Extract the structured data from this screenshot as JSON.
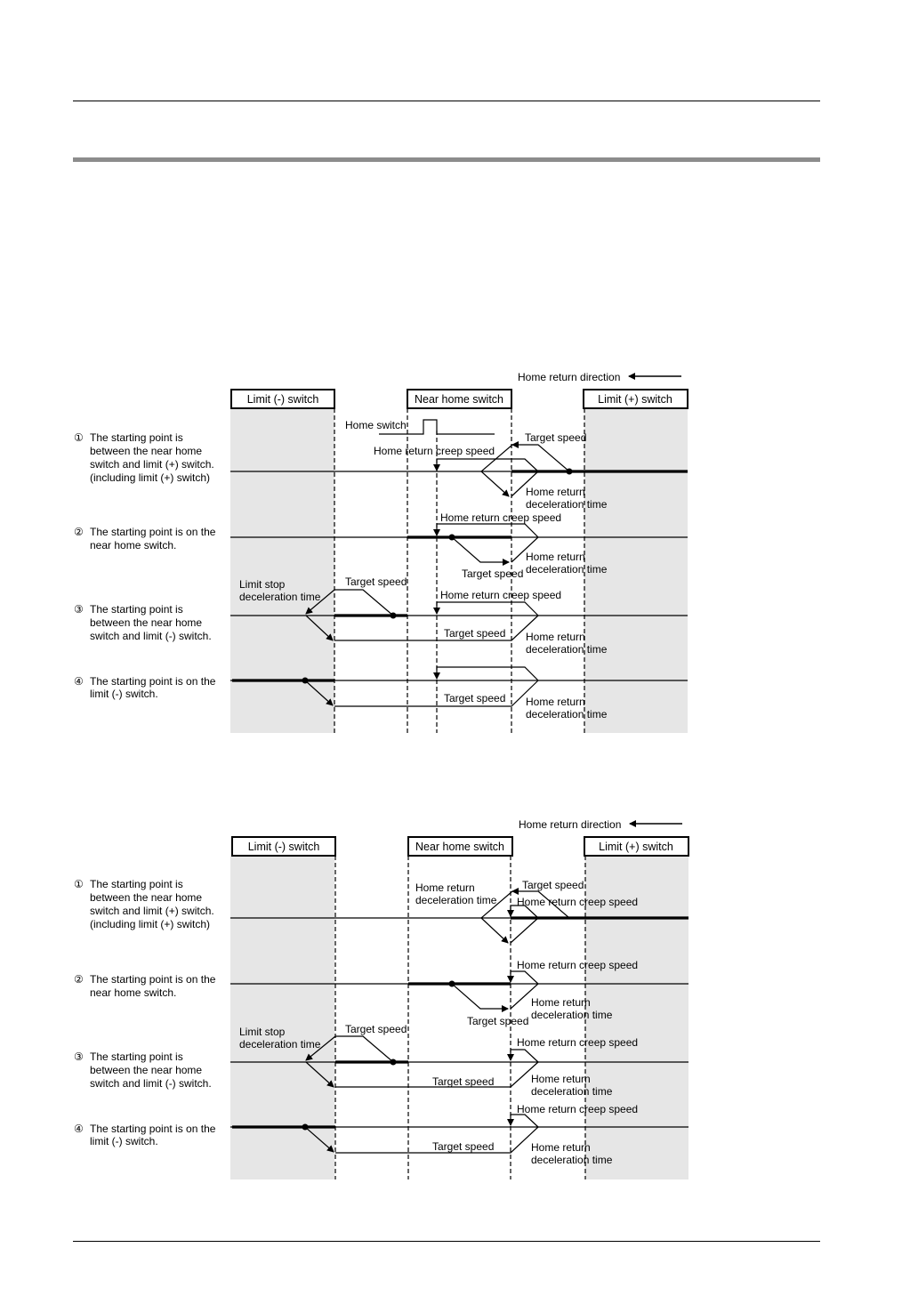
{
  "diagrams": [
    {
      "direction_label": "Home return direction",
      "headers": {
        "limit_minus": "Limit (-) switch",
        "near_home": "Near home switch",
        "limit_plus": "Limit (+) switch"
      },
      "home_switch_label": "Home switch",
      "cases": [
        {
          "marker": "①",
          "lines": [
            "The starting point is",
            "between the near home",
            "switch and limit (+) switch.",
            "(including limit (+) switch)"
          ]
        },
        {
          "marker": "②",
          "lines": [
            "The starting point is on the",
            "near home switch."
          ]
        },
        {
          "marker": "③",
          "lines": [
            "The starting point is",
            "between the near home",
            "switch and limit (-) switch."
          ]
        },
        {
          "marker": "④",
          "lines": [
            "The starting point is on the",
            "limit (-) switch."
          ]
        }
      ],
      "annotations": {
        "c1_target_speed": "Target speed",
        "c1_creep_speed": "Home return creep speed",
        "c1_decel_1": "Home return",
        "c1_decel_2": "deceleration time",
        "c2_creep_speed": "Home return creep speed",
        "c2_target_speed": "Target speed",
        "c2_decel_1": "Home return",
        "c2_decel_2": "deceleration time",
        "c3_limit_stop_1": "Limit stop",
        "c3_limit_stop_2": "deceleration time",
        "c3_target_speed_top": "Target speed",
        "c3_creep_speed": "Home return creep speed",
        "c3_target_speed_bottom": "Target speed",
        "c3_decel_1": "Home return",
        "c3_decel_2": "deceleration time",
        "c4_target_speed": "Target speed",
        "c4_decel_1": "Home return",
        "c4_decel_2": "deceleration time"
      }
    },
    {
      "direction_label": "Home return direction",
      "headers": {
        "limit_minus": "Limit (-) switch",
        "near_home": "Near home switch",
        "limit_plus": "Limit (+) switch"
      },
      "cases": [
        {
          "marker": "①",
          "lines": [
            "The starting point is",
            "between the near home",
            "switch and limit (+) switch.",
            "(including limit (+) switch)"
          ]
        },
        {
          "marker": "②",
          "lines": [
            "The starting point is on the",
            "near home switch."
          ]
        },
        {
          "marker": "③",
          "lines": [
            "The starting point is",
            "between the near home",
            "switch and limit (-) switch."
          ]
        },
        {
          "marker": "④",
          "lines": [
            "The starting point is on the",
            "limit (-) switch."
          ]
        }
      ],
      "annotations": {
        "c1_decel_1": "Home return",
        "c1_decel_2": "deceleration time",
        "c1_target_speed": "Target speed",
        "c1_creep_speed": "Home return creep speed",
        "c2_creep_speed": "Home return creep speed",
        "c2_target_speed": "Target speed",
        "c2_decel_1": "Home return",
        "c2_decel_2": "deceleration time",
        "c3_limit_stop_1": "Limit stop",
        "c3_limit_stop_2": "deceleration time",
        "c3_target_speed_top": "Target speed",
        "c3_creep_speed": "Home return creep speed",
        "c3_target_speed_bottom": "Target speed",
        "c3_decel_1": "Home return",
        "c3_decel_2": "deceleration time",
        "c4_creep_speed": "Home return creep speed",
        "c4_target_speed": "Target speed",
        "c4_decel_1": "Home return",
        "c4_decel_2": "deceleration time"
      }
    }
  ]
}
